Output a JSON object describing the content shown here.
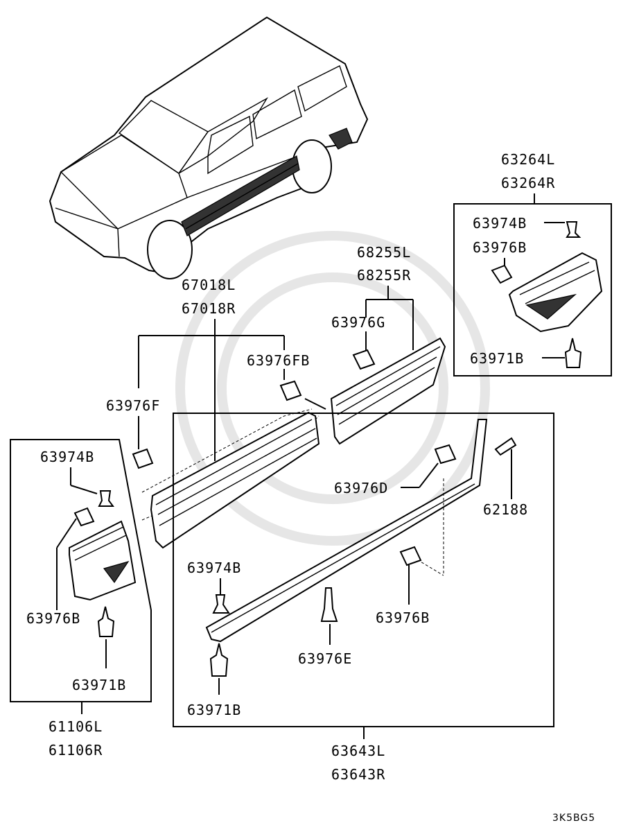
{
  "labels": {
    "p67018": [
      "67018L",
      "67018R"
    ],
    "p68255": [
      "68255L",
      "68255R"
    ],
    "p63264": [
      "63264L",
      "63264R"
    ],
    "p61106": [
      "61106L",
      "61106R"
    ],
    "p63643": [
      "63643L",
      "63643R"
    ],
    "p63974B_tr": "63974B",
    "p63976B_tr": "63976B",
    "p63971B_tr": "63971B",
    "p63976G": "63976G",
    "p63976FB": "63976FB",
    "p63976F": "63976F",
    "p63974B_l": "63974B",
    "p63976B_l": "63976B",
    "p63971B_l": "63971B",
    "p63976D": "63976D",
    "p62188": "62188",
    "p63974B_b": "63974B",
    "p63976B_b": "63976B",
    "p63976E": "63976E",
    "p63971B_b": "63971B"
  },
  "diagram_code": "3K5BG5"
}
